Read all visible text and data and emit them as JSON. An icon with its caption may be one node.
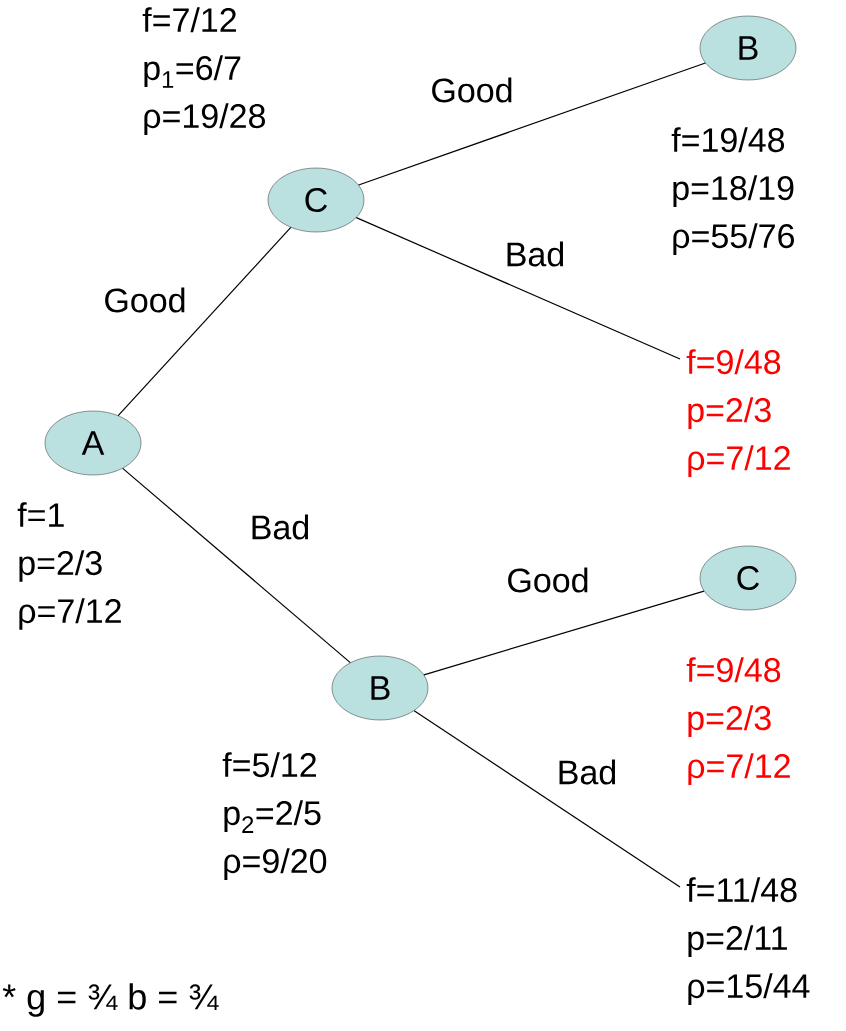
{
  "diagram": {
    "nodes": [
      {
        "text": [
          "A"
        ],
        "beside": [
          "f=1",
          "p=2/3",
          "ρ=7/12"
        ]
      },
      {
        "text": [
          "C"
        ],
        "beside": [
          "f=7/12",
          "p$_{1}$=6/7",
          "ρ=19/28"
        ]
      },
      {
        "text": [
          "B"
        ],
        "beside": [
          "f=19/48",
          "p=18/19",
          "ρ=55/76"
        ]
      },
      {
        "text": [
          "f=9/48",
          "p=2/3",
          "ρ=7/12"
        ]
      },
      {
        "text": [
          "B"
        ],
        "beside": [
          "f=5/12",
          "p$_{2}$=2/5",
          "ρ=9/20"
        ]
      },
      {
        "text": [
          "C"
        ],
        "beside": [
          "f=9/48",
          "p=2/3",
          "ρ=7/12"
        ]
      },
      {
        "text": [
          "f=11/48",
          "p=2/11",
          "ρ=15/44"
        ]
      }
    ],
    "edges": [
      {
        "from": 0,
        "to": 1,
        "arrow": "none",
        "label": "Good"
      },
      {
        "from": 0,
        "to": 4,
        "arrow": "none",
        "label": "Bad"
      },
      {
        "from": 1,
        "to": 2,
        "arrow": "none",
        "label": "Good"
      },
      {
        "from": 1,
        "to": 3,
        "arrow": "none",
        "label": "Bad"
      },
      {
        "from": 4,
        "to": 5,
        "arrow": "none",
        "label": "Good"
      },
      {
        "from": 4,
        "to": 6,
        "arrow": "none",
        "label": "Bad"
      }
    ],
    "labels": [
      "* g = ¾   b = ¾"
    ]
  }
}
